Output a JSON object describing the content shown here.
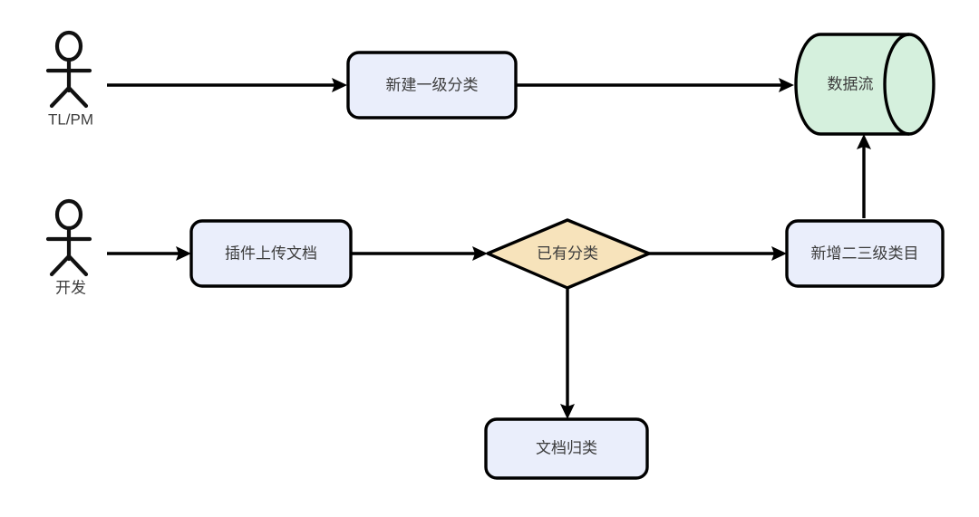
{
  "diagram": {
    "type": "flowchart",
    "title": "",
    "background_color": "#ffffff",
    "colors": {
      "process_fill": "#eaeefb",
      "process_stroke": "#000000",
      "decision_fill": "#f7e3bb",
      "decision_stroke": "#000000",
      "datastore_fill": "#d5f0dd",
      "datastore_stroke": "#000000",
      "text": "#3c3c3c",
      "edge": "#000000"
    },
    "actors": [
      {
        "id": "actor-tl-pm",
        "label": "TL/PM",
        "icon": "stick-figure-icon"
      },
      {
        "id": "actor-dev",
        "label": "开发",
        "icon": "stick-figure-icon"
      }
    ],
    "nodes": [
      {
        "id": "node-new-top-category",
        "label": "新建一级分类",
        "shape": "rounded-rect"
      },
      {
        "id": "node-data-stream",
        "label": "数据流",
        "shape": "cylinder"
      },
      {
        "id": "node-plugin-upload",
        "label": "插件上传文档",
        "shape": "rounded-rect"
      },
      {
        "id": "node-has-category",
        "label": "已有分类",
        "shape": "diamond"
      },
      {
        "id": "node-add-sub-category",
        "label": "新增二三级类目",
        "shape": "rounded-rect"
      },
      {
        "id": "node-doc-classify",
        "label": "文档归类",
        "shape": "rounded-rect"
      }
    ],
    "edges": [
      {
        "from": "actor-tl-pm",
        "to": "node-new-top-category",
        "label": ""
      },
      {
        "from": "node-new-top-category",
        "to": "node-data-stream",
        "label": ""
      },
      {
        "from": "actor-dev",
        "to": "node-plugin-upload",
        "label": ""
      },
      {
        "from": "node-plugin-upload",
        "to": "node-has-category",
        "label": ""
      },
      {
        "from": "node-has-category",
        "to": "node-add-sub-category",
        "label": ""
      },
      {
        "from": "node-has-category",
        "to": "node-doc-classify",
        "label": ""
      },
      {
        "from": "node-add-sub-category",
        "to": "node-data-stream",
        "label": ""
      }
    ]
  }
}
